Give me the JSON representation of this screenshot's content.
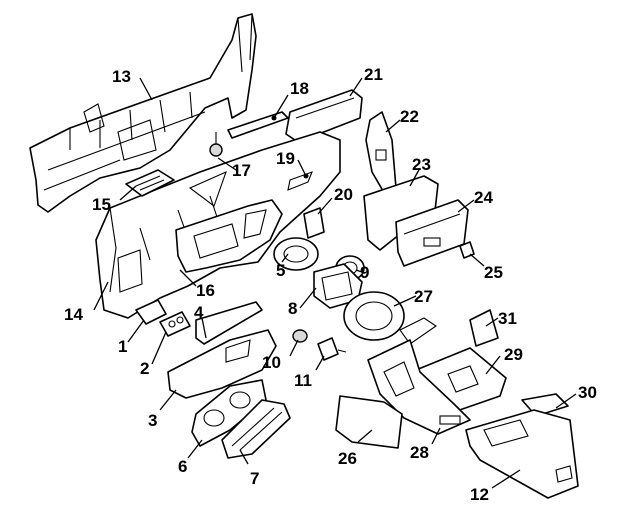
{
  "callouts": [
    {
      "id": "13",
      "label": "13"
    },
    {
      "id": "18",
      "label": "18"
    },
    {
      "id": "21",
      "label": "21"
    },
    {
      "id": "22",
      "label": "22"
    },
    {
      "id": "19",
      "label": "19"
    },
    {
      "id": "17",
      "label": "17"
    },
    {
      "id": "15",
      "label": "15"
    },
    {
      "id": "23",
      "label": "23"
    },
    {
      "id": "20",
      "label": "20"
    },
    {
      "id": "24",
      "label": "24"
    },
    {
      "id": "5",
      "label": "5"
    },
    {
      "id": "9",
      "label": "9"
    },
    {
      "id": "25",
      "label": "25"
    },
    {
      "id": "16",
      "label": "16"
    },
    {
      "id": "14",
      "label": "14"
    },
    {
      "id": "8",
      "label": "8"
    },
    {
      "id": "27",
      "label": "27"
    },
    {
      "id": "4",
      "label": "4"
    },
    {
      "id": "31",
      "label": "31"
    },
    {
      "id": "1",
      "label": "1"
    },
    {
      "id": "2",
      "label": "2"
    },
    {
      "id": "10",
      "label": "10"
    },
    {
      "id": "11",
      "label": "11"
    },
    {
      "id": "29",
      "label": "29"
    },
    {
      "id": "3",
      "label": "3"
    },
    {
      "id": "30",
      "label": "30"
    },
    {
      "id": "6",
      "label": "6"
    },
    {
      "id": "26",
      "label": "26"
    },
    {
      "id": "28",
      "label": "28"
    },
    {
      "id": "7",
      "label": "7"
    },
    {
      "id": "12",
      "label": "12"
    }
  ]
}
